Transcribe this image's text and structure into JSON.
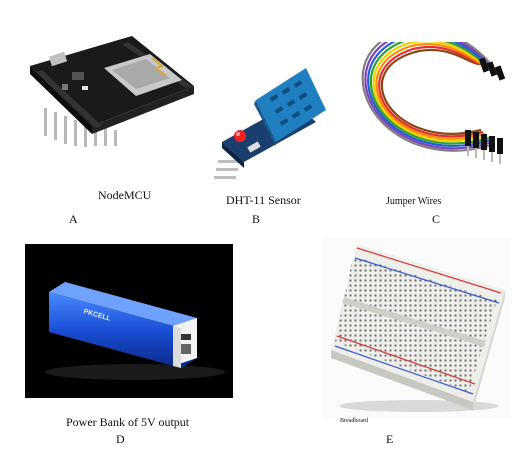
{
  "panels": {
    "a": {
      "caption": "NodeMCU",
      "letter": "A"
    },
    "b": {
      "caption": "DHT-11 Sensor",
      "letter": "B"
    },
    "c": {
      "caption": "Jumper Wires",
      "letter": "C"
    },
    "d": {
      "caption": "Power Bank of 5V output",
      "letter": "D",
      "brand": "PKCELL"
    },
    "e": {
      "caption": "Breadboard",
      "letter": "E"
    }
  },
  "colors": {
    "pcb_black": "#1a1a1a",
    "dht_blue": "#1f7fc0",
    "module_blue": "#1a3e6e",
    "powerbank_blue": "#1a4fd6",
    "breadboard": "#eeeeea",
    "rail_red": "#d23c3c",
    "rail_blue": "#3c5ad2"
  }
}
